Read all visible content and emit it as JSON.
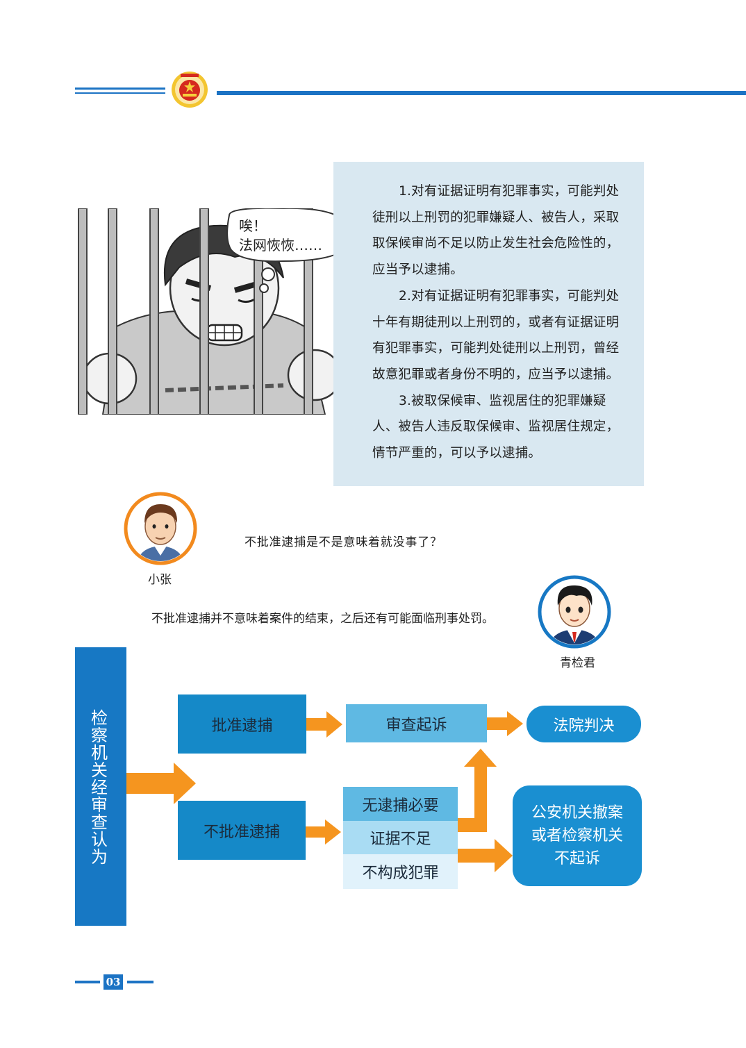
{
  "law": {
    "p1": "1.对有证据证明有犯罪事实，可能判处徒刑以上刑罚的犯罪嫌疑人、被告人，采取取保候审尚不足以防止发生社会危险性的，应当予以逮捕。",
    "p2": "2.对有证据证明有犯罪事实，可能判处十年有期徒刑以上刑罚的，或者有证据证明有犯罪事实，可能判处徒刑以上刑罚，曾经故意犯罪或者身份不明的，应当予以逮捕。",
    "p3": "3.被取保候审、监视居住的犯罪嫌疑人、被告人违反取保候审、监视居住规定，情节严重的，可以予以逮捕。"
  },
  "cartoon": {
    "bubble_line1": "唉！",
    "bubble_line2": "法网恢恢……"
  },
  "dialogue": {
    "zhang_name": "小张",
    "zhang_question": "不批准逮捕是不是意味着就没事了？",
    "qing_name": "青检君",
    "qing_answer": "不批准逮捕并不意味着案件的结束，之后还有可能面临刑事处罚。"
  },
  "flow": {
    "start": [
      "检",
      "察",
      "机",
      "关",
      "经",
      "审",
      "查",
      "认",
      "为"
    ],
    "approve": "批准逮捕",
    "reject": "不批准逮捕",
    "review": "审查起诉",
    "court": "法院判决",
    "reason1": "无逮捕必要",
    "reason2": "证据不足",
    "reason3": "不构成犯罪",
    "police": "公安机关撤案或者检察机关不起诉"
  },
  "footer": {
    "page": "03"
  },
  "colors": {
    "header_blue": "#1c73c4",
    "box_blue": "#1589c8",
    "light_blue": "#5fb9e3",
    "arrow_orange": "#f5951f",
    "lawbox_bg": "#d9e8f1"
  }
}
